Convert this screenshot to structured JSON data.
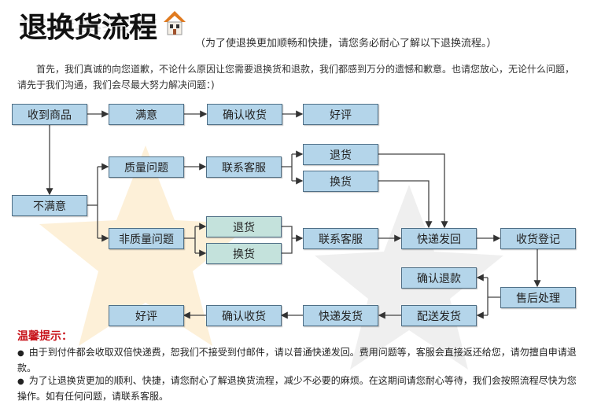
{
  "header": {
    "title": "退换货流程",
    "house_icon": "house-icon",
    "subtitle": "（为了使退换更加顺畅和快捷，请您务必耐心了解以下退换流程。）"
  },
  "intro": "首先，我们真诚的向您道歉，不论什么原因让您需要退换货和退款，我们都感到万分的遗憾和歉意。也请您放心，无论什么问题，请先于我们沟通，我们会尽最大努力解决问题：)",
  "flow": {
    "received": "收到商品",
    "satisfied": "满意",
    "confirm_receipt": "确认收货",
    "good_review": "好评",
    "quality_issue": "质量问题",
    "contact_cs_1": "联系客服",
    "return_1": "退货",
    "exchange_1": "换货",
    "unsatisfied": "不满意",
    "non_quality_issue": "非质量问题",
    "return_2": "退货",
    "exchange_2": "换货",
    "contact_cs_2": "联系客服",
    "ship_back": "快递发回",
    "receive_register": "收货登记",
    "confirm_refund": "确认退款",
    "after_sales": "售后处理",
    "dispatch": "配送发货",
    "express_ship": "快递发货",
    "confirm_receipt_2": "确认收货",
    "good_review_2": "好评"
  },
  "colors": {
    "box": "#b4d5ea",
    "box_green": "#c4e2dc",
    "border": "#4f6f86",
    "tips_heading": "#c8161d"
  },
  "tips": {
    "heading": "温馨提示：",
    "items": [
      "由于到付件都会收取双倍快递费，恕我们不接受到付邮件，请以普通快递发回。费用问题等，客服会直接返还给您，请勿擅自申请退款。",
      "为了让退换货更加的顺利、快捷，请您耐心了解退换货流程，减少不必要的麻烦。在这期间请您耐心等待，我们会按照流程尽快为您操作。如有任何问题，请联系客服。"
    ]
  }
}
